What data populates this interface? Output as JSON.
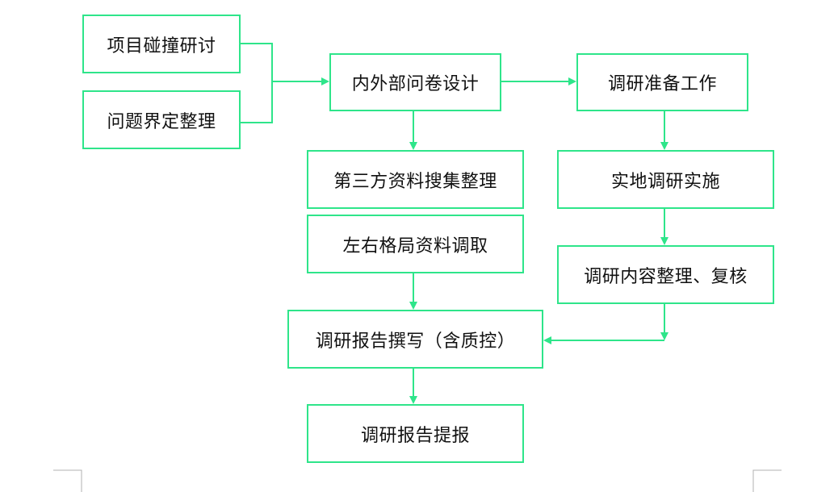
{
  "colors": {
    "accent": "#2ee58a",
    "text": "#111111",
    "page_mark": "#b0b0b0"
  },
  "nodes": {
    "n1": "项目碰撞研讨",
    "n2": "问题界定整理",
    "n3": "内外部问卷设计",
    "n4": "调研准备工作",
    "n5": "第三方资料搜集整理",
    "n6": "实地调研实施",
    "n7": "左右格局资料调取",
    "n8": "调研内容整理、复核",
    "n9": "调研报告撰写（含质控）",
    "n10": "调研报告提报"
  }
}
